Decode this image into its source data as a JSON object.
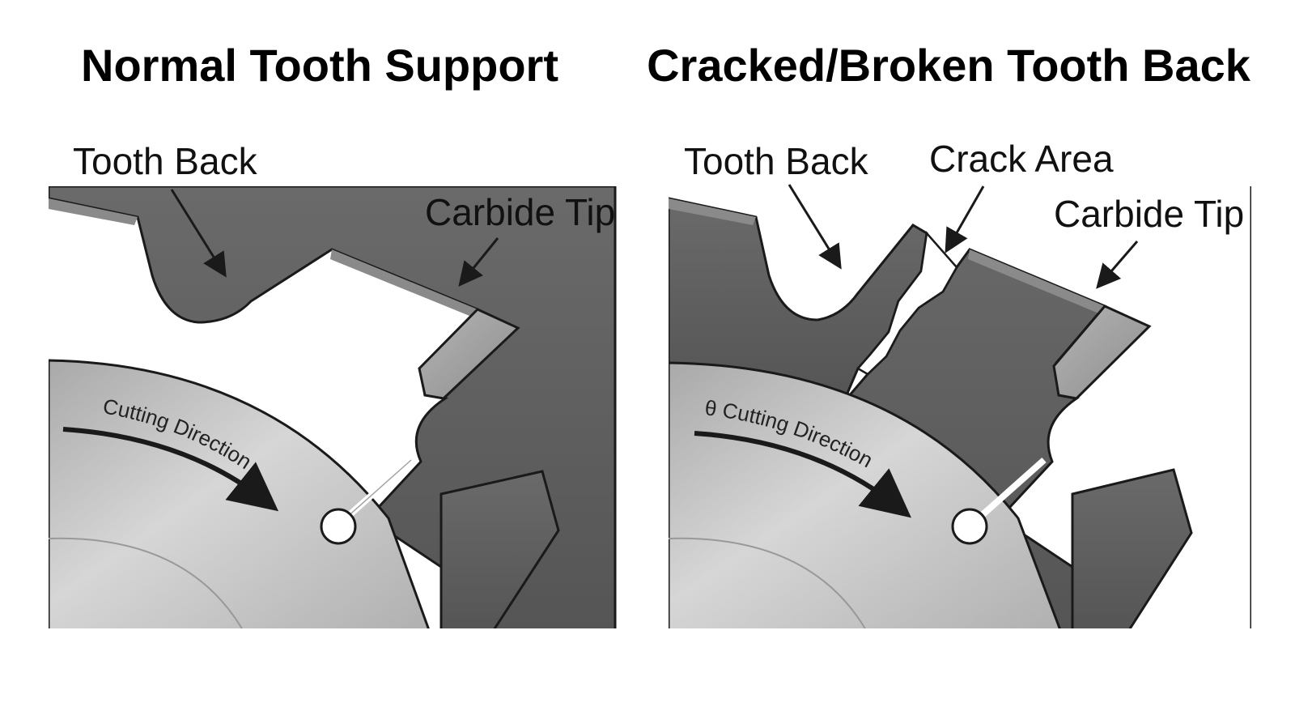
{
  "panels": [
    {
      "id": "normal",
      "title": "Normal Tooth Support",
      "labels": {
        "tooth_back": "Tooth Back",
        "carbide_tip": "Carbide Tip",
        "cutting_direction": "Cutting Direction"
      }
    },
    {
      "id": "cracked",
      "title": "Cracked/Broken Tooth Back",
      "labels": {
        "tooth_back": "Tooth Back",
        "crack_area": "Crack Area",
        "carbide_tip": "Carbide Tip",
        "cutting_direction": "θ Cutting Direction"
      }
    }
  ],
  "colors": {
    "tooth_body": "#5a5a5a",
    "tooth_edge": "#8a8a8a",
    "carbide": "#9c9c9c",
    "hub_light": "#c8c8c8",
    "hub_dark": "#a8a8a8",
    "outline": "#1a1a1a",
    "arrow": "#1a1a1a"
  }
}
